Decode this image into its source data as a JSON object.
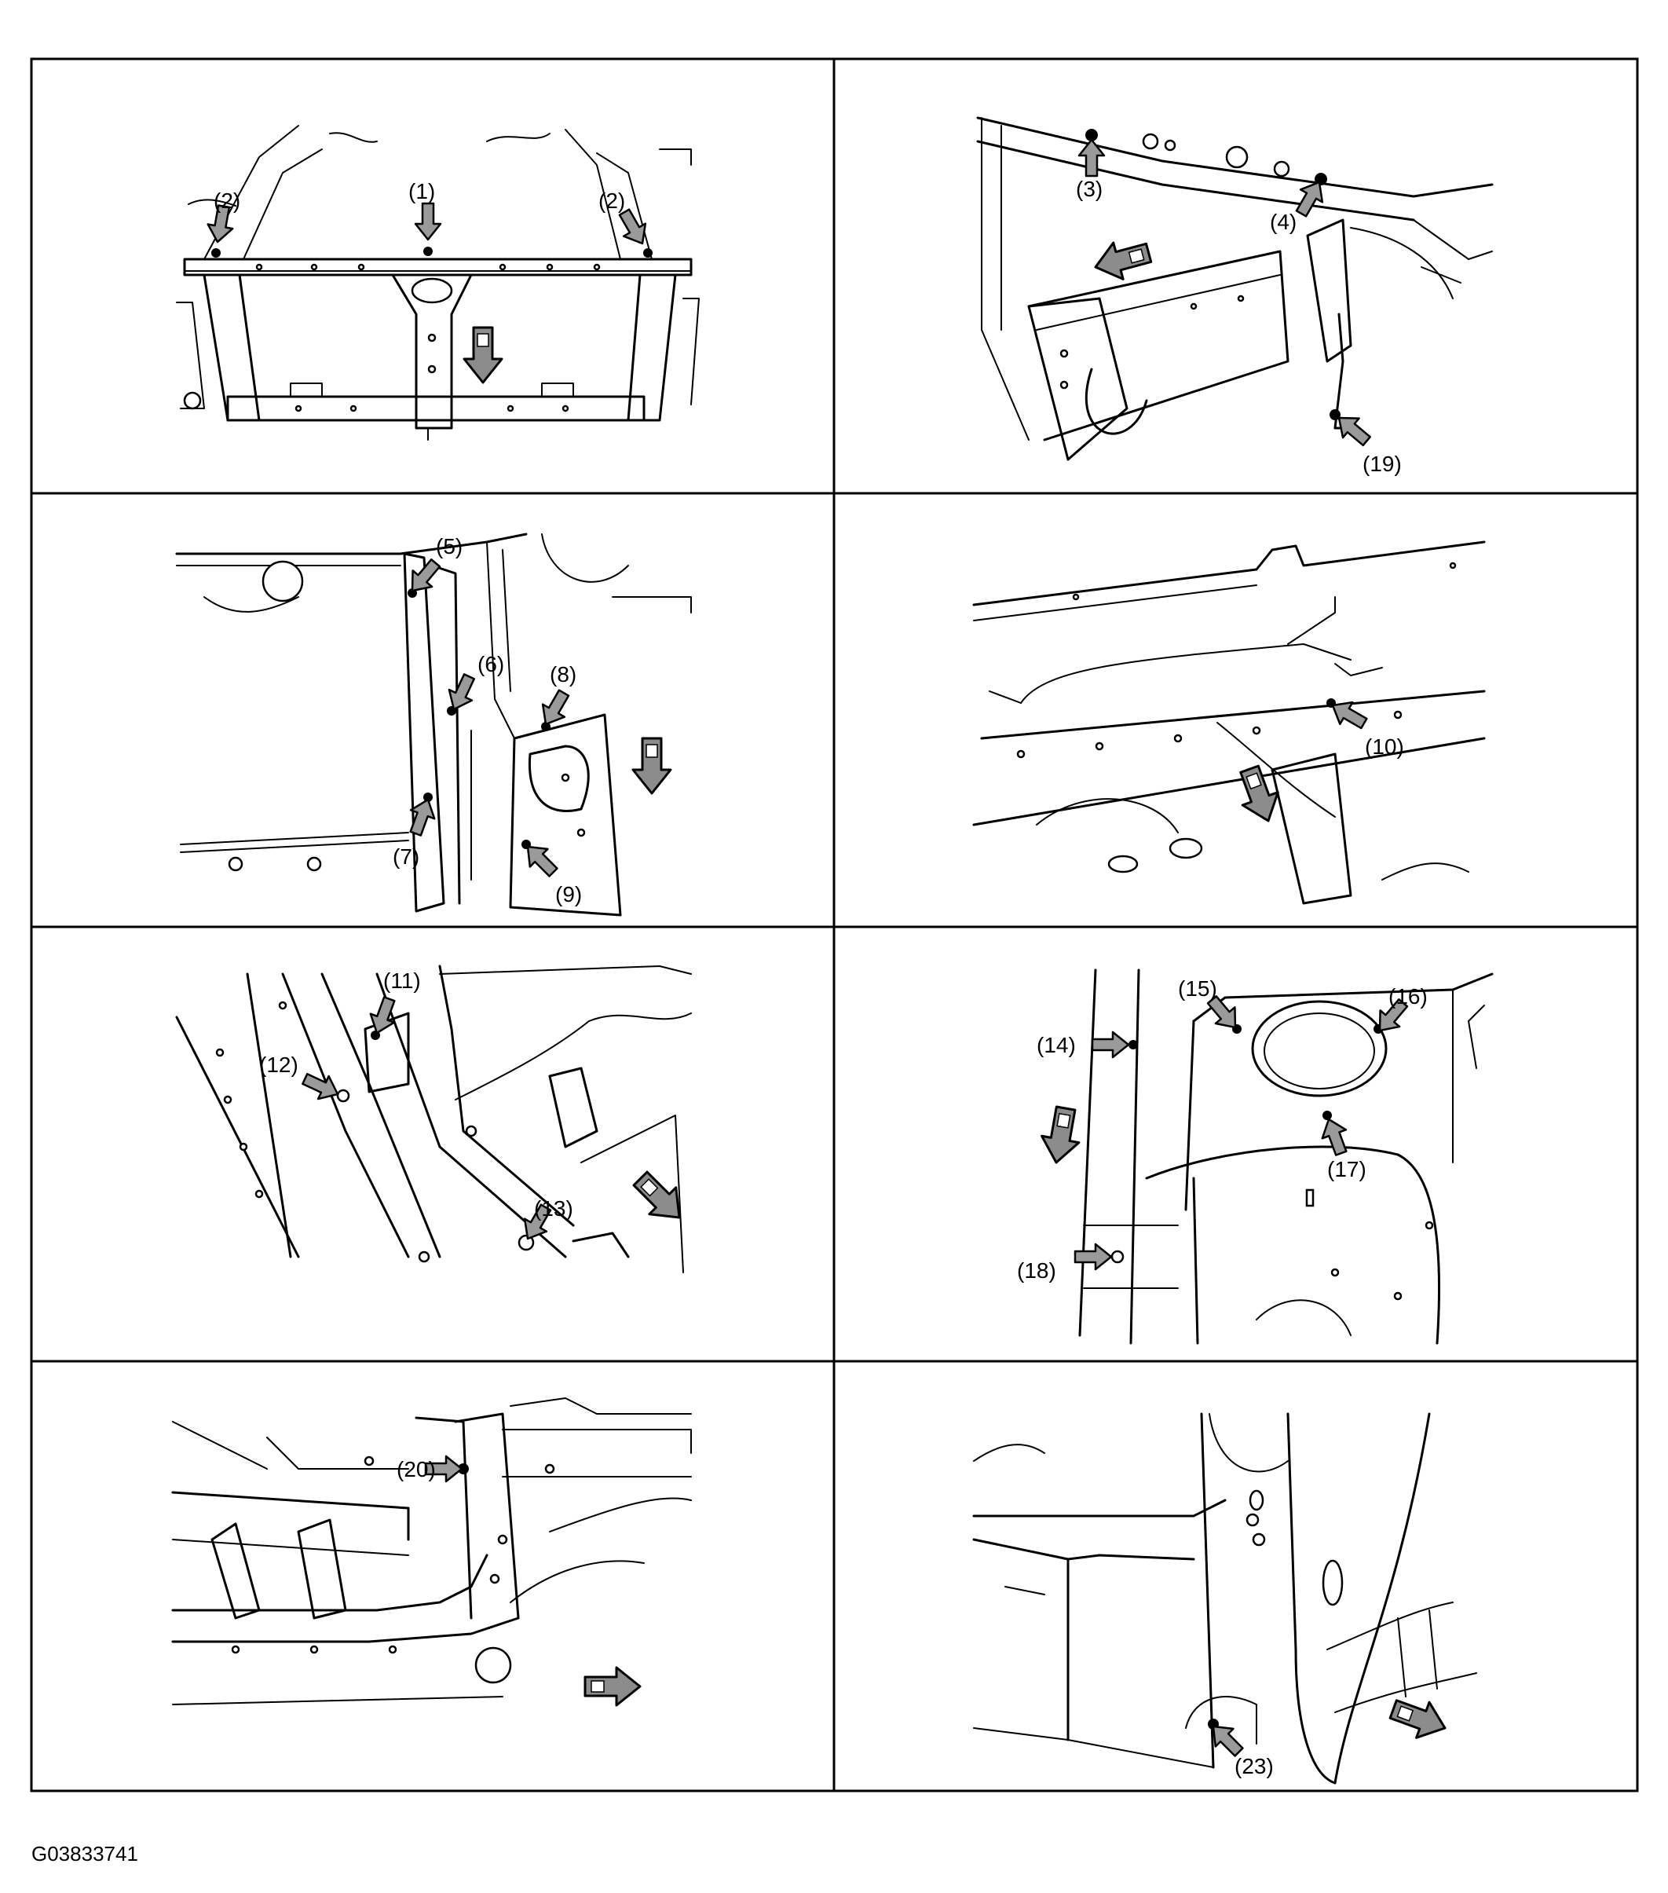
{
  "figure_id": "G03833741",
  "panels": [
    {
      "callouts": [
        "(1)",
        "(2)",
        "(2)"
      ]
    },
    {
      "callouts": [
        "(3)",
        "(4)",
        "(19)"
      ]
    },
    {
      "callouts": [
        "(5)",
        "(6)",
        "(7)",
        "(8)",
        "(9)"
      ]
    },
    {
      "callouts": [
        "(10)"
      ]
    },
    {
      "callouts": [
        "(11)",
        "(12)",
        "(13)"
      ]
    },
    {
      "callouts": [
        "(14)",
        "(15)",
        "(16)",
        "(17)",
        "(18)"
      ]
    },
    {
      "callouts": [
        "(20)"
      ]
    },
    {
      "callouts": [
        "(23)"
      ]
    }
  ],
  "colors": {
    "ink": "#000000",
    "arrow_fill": "#9a9a9a",
    "background": "#ffffff"
  }
}
